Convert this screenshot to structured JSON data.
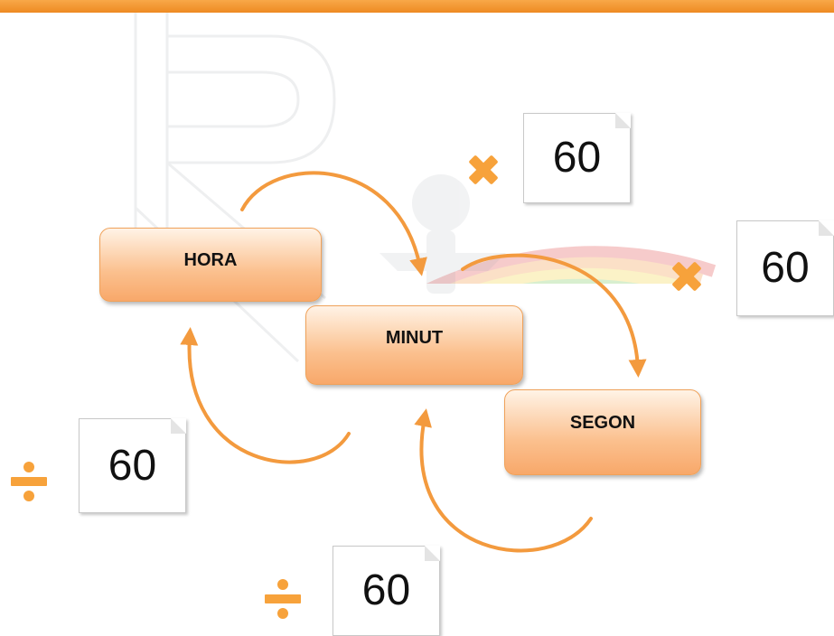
{
  "nodes": {
    "hora": "HORA",
    "minut": "MINUT",
    "segon": "SEGON"
  },
  "conversions": {
    "hora_to_minut": {
      "operator": "multiply-icon",
      "value": "60"
    },
    "minut_to_segon": {
      "operator": "multiply-icon",
      "value": "60"
    },
    "minut_to_hora": {
      "operator": "divide-icon",
      "value": "60"
    },
    "segon_to_minut": {
      "operator": "divide-icon",
      "value": "60"
    }
  },
  "colors": {
    "header_bar": "#ee8a22",
    "arrow": "#f39a3e",
    "operator_icon": "#f7a23b",
    "node_fill": "#fbc08e",
    "node_border": "#f0a25a"
  }
}
